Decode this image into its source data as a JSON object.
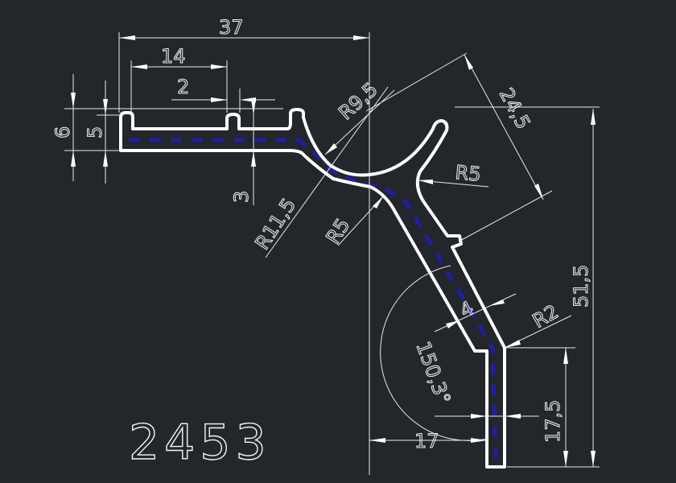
{
  "drawing": {
    "part_number": "2453",
    "colors": {
      "background": "#23262b",
      "profile": "#ffffff",
      "hatch": "#1f1fa0",
      "dimension": "#e8e8e8"
    },
    "dimensions": {
      "overall_width": "37",
      "slot_spacing": "14",
      "slot_width": "2",
      "flange_height_outer": "6",
      "flange_height_inner": "5",
      "wall_thickness_top": "3",
      "radius_cup": "R9,5",
      "radius_outer_bend": "R11,5",
      "radius_inner_bend": "R5",
      "arm_length": "24,5",
      "radius_lobe": "R5",
      "overall_height": "51,5",
      "arm_thickness": "4",
      "radius_corner": "R2",
      "angle": "150,3°",
      "leg_height": "17,5",
      "leg_offset": "17"
    }
  }
}
